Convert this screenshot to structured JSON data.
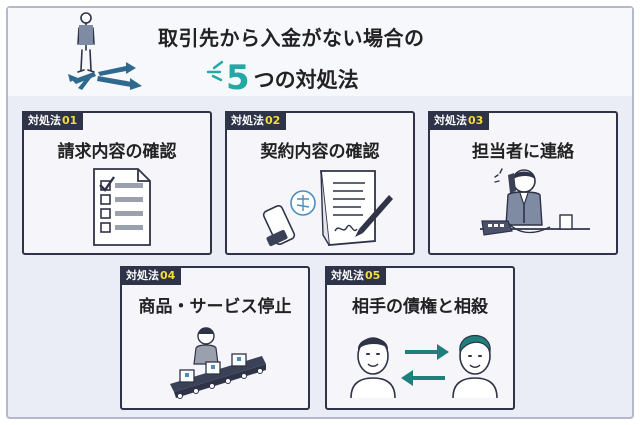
{
  "header": {
    "title_line1": "取引先から入金がない場合の",
    "title_number": "5",
    "title_line2_rest": "つの対処法"
  },
  "colors": {
    "accent": "#24a8a4",
    "badge_bg": "#2e3347",
    "badge_number": "#f3dd3a",
    "panel_bg": "#eaedf5"
  },
  "cards": [
    {
      "badge_label": "対処法",
      "badge_number": "01",
      "title": "請求内容の確認",
      "icon": "checklist-document-icon"
    },
    {
      "badge_label": "対処法",
      "badge_number": "02",
      "title": "契約内容の確認",
      "icon": "contract-signing-icon"
    },
    {
      "badge_label": "対処法",
      "badge_number": "03",
      "title": "担当者に連絡",
      "icon": "phone-call-person-icon"
    },
    {
      "badge_label": "対処法",
      "badge_number": "04",
      "title": "商品・サービス停止",
      "icon": "conveyor-belt-icon"
    },
    {
      "badge_label": "対処法",
      "badge_number": "05",
      "title": "相手の債権と相殺",
      "icon": "offset-exchange-icon"
    }
  ]
}
